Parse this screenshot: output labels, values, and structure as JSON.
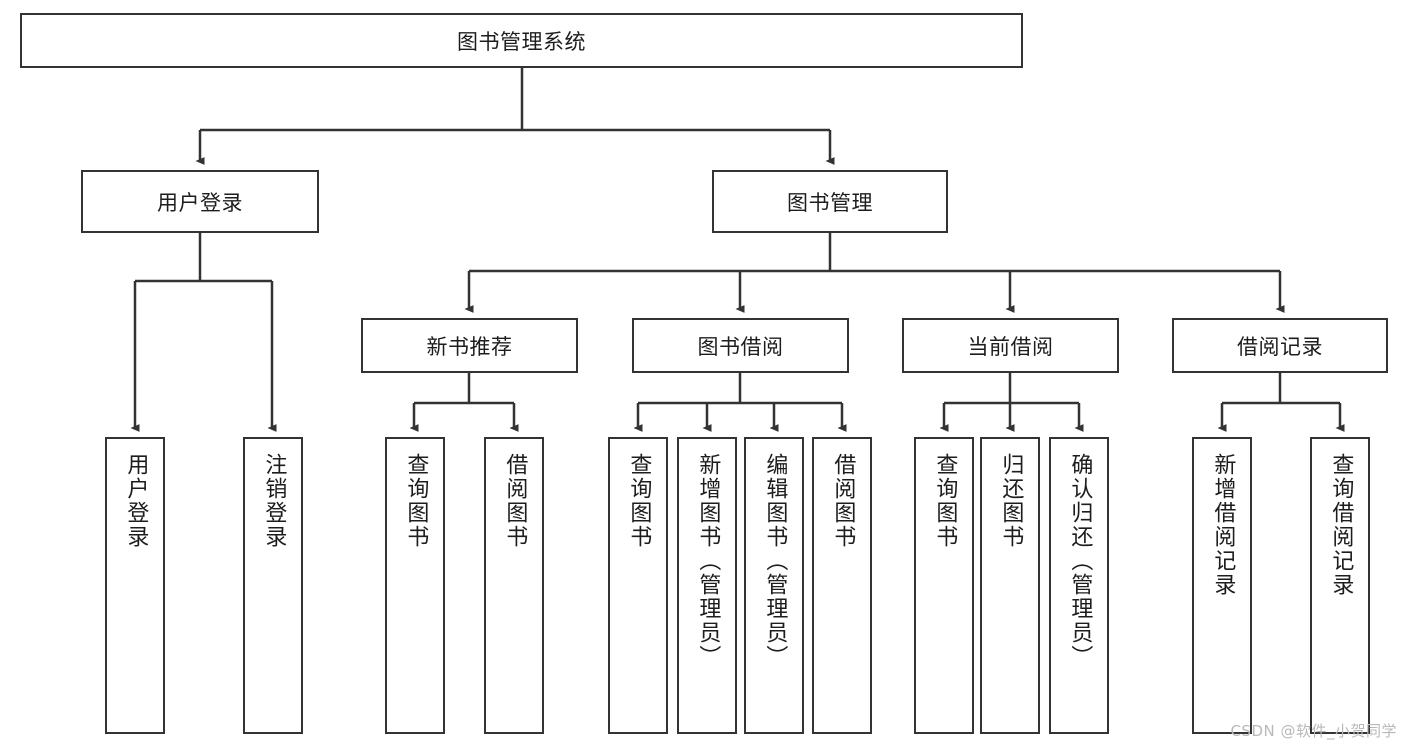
{
  "diagram": {
    "title": "图书管理系统",
    "type": "hierarchy-tree",
    "watermark": "CSDN @软件_小贺同学",
    "colors": {
      "stroke": "#333333",
      "fill": "#ffffff",
      "text": "#1d1d1d",
      "watermark": "#b9b9b9"
    },
    "root": {
      "label": "图书管理系统"
    },
    "level1": [
      {
        "label": "用户登录"
      },
      {
        "label": "图书管理"
      }
    ],
    "level2": [
      {
        "label": "新书推荐"
      },
      {
        "label": "图书借阅"
      },
      {
        "label": "当前借阅"
      },
      {
        "label": "借阅记录"
      }
    ],
    "leaves": {
      "user_login": [
        {
          "label": "用户登录"
        },
        {
          "label": "注销登录"
        }
      ],
      "new_book": [
        {
          "label": "查询图书"
        },
        {
          "label": "借阅图书"
        }
      ],
      "borrow_book": [
        {
          "label": "查询图书"
        },
        {
          "label": "新增图书（管理员）"
        },
        {
          "label": "编辑图书（管理员）"
        },
        {
          "label": "借阅图书"
        }
      ],
      "current_borrow": [
        {
          "label": "查询图书"
        },
        {
          "label": "归还图书"
        },
        {
          "label": "确认归还（管理员）"
        }
      ],
      "borrow_record": [
        {
          "label": "新增借阅记录"
        },
        {
          "label": "查询借阅记录"
        }
      ]
    }
  }
}
